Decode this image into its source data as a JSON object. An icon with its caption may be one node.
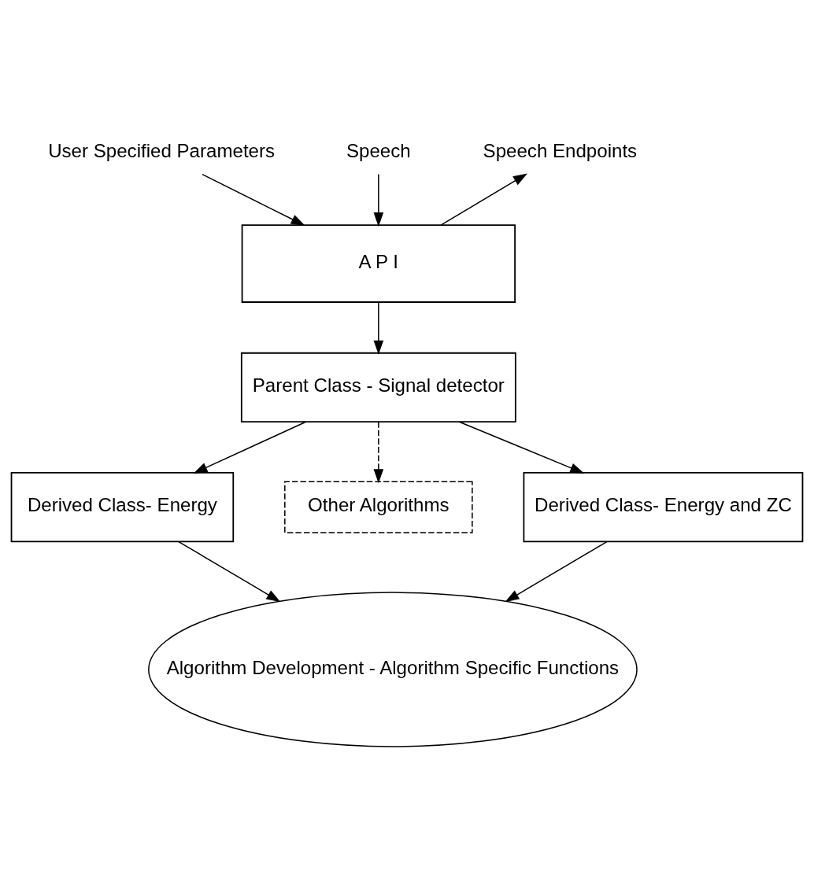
{
  "diagram": {
    "nodes": [
      {
        "text": [
          "User Specified Parameters"
        ]
      },
      {
        "text": [
          "Speech"
        ]
      },
      {
        "text": [
          "Speech Endpoints"
        ]
      },
      {
        "text": [
          "A P I"
        ]
      },
      {
        "text": [
          "Parent Class - Signal detector"
        ]
      },
      {
        "text": [
          "Derived Class- Energy"
        ]
      },
      {
        "text": [
          "Other Algorithms"
        ]
      },
      {
        "text": [
          "Derived Class- Energy and ZC"
        ]
      },
      {
        "text": [
          "Algorithm Development - Algorithm Specific Functions"
        ]
      }
    ],
    "edges": [
      {
        "from": 0,
        "to": 3,
        "arrow": "to"
      },
      {
        "from": 1,
        "to": 3,
        "arrow": "to"
      },
      {
        "from": 3,
        "to": 2,
        "arrow": "to"
      },
      {
        "from": 3,
        "to": 4,
        "arrow": "to"
      },
      {
        "from": 4,
        "to": 5,
        "arrow": "to"
      },
      {
        "from": 4,
        "to": 6,
        "arrow": "to",
        "style": "dashed"
      },
      {
        "from": 4,
        "to": 7,
        "arrow": "to"
      },
      {
        "from": 5,
        "to": 8,
        "arrow": "to"
      },
      {
        "from": 7,
        "to": 8,
        "arrow": "to"
      }
    ]
  }
}
